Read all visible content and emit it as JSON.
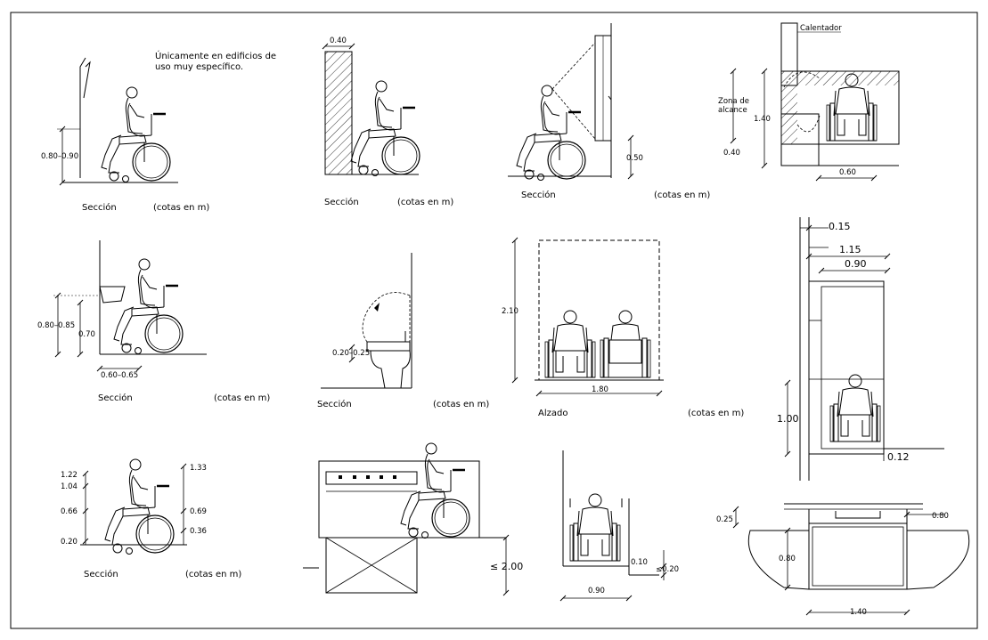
{
  "notes": {
    "only_specific_l1": "Únicamente en edificios de",
    "only_specific_l2": "uso muy específico."
  },
  "common": {
    "section": "Sección",
    "units": "(cotas en m)",
    "elevation": "Alzado"
  },
  "labels": {
    "heater": "Calentador",
    "reach_l1": "Zona de",
    "reach_l2": "alcance"
  },
  "dims": {
    "p1_h": "0.80–0.90",
    "p2_w": "0.40",
    "p3_h": "0.50",
    "p4_140": "1.40",
    "p4_040": "0.40",
    "p4_060": "0.60",
    "p5_h": "0.80–0.85",
    "p5_070": "0.70",
    "p5_w": "0.60–0.65",
    "p6_h": "0.20–0.25",
    "p7_h": "2.10",
    "p7_w": "1.80",
    "p8_015": "0.15",
    "p8_115": "1.15",
    "p8_090": "0.90",
    "p8_100": "1.00",
    "p8_012": "0.12",
    "p9_122": "1.22",
    "p9_104": "1.04",
    "p9_066": "0.66",
    "p9_020": "0.20",
    "p9_133": "1.33",
    "p9_069": "0.69",
    "p9_036": "0.36",
    "p10_h": "≤ 2.00",
    "p11_010": "0.10",
    "p11_020": "≤0.20",
    "p11_090": "0.90",
    "p12_025": "0.25",
    "p12_080a": "0.80",
    "p12_080b": "0.80",
    "p12_140": "1.40"
  }
}
